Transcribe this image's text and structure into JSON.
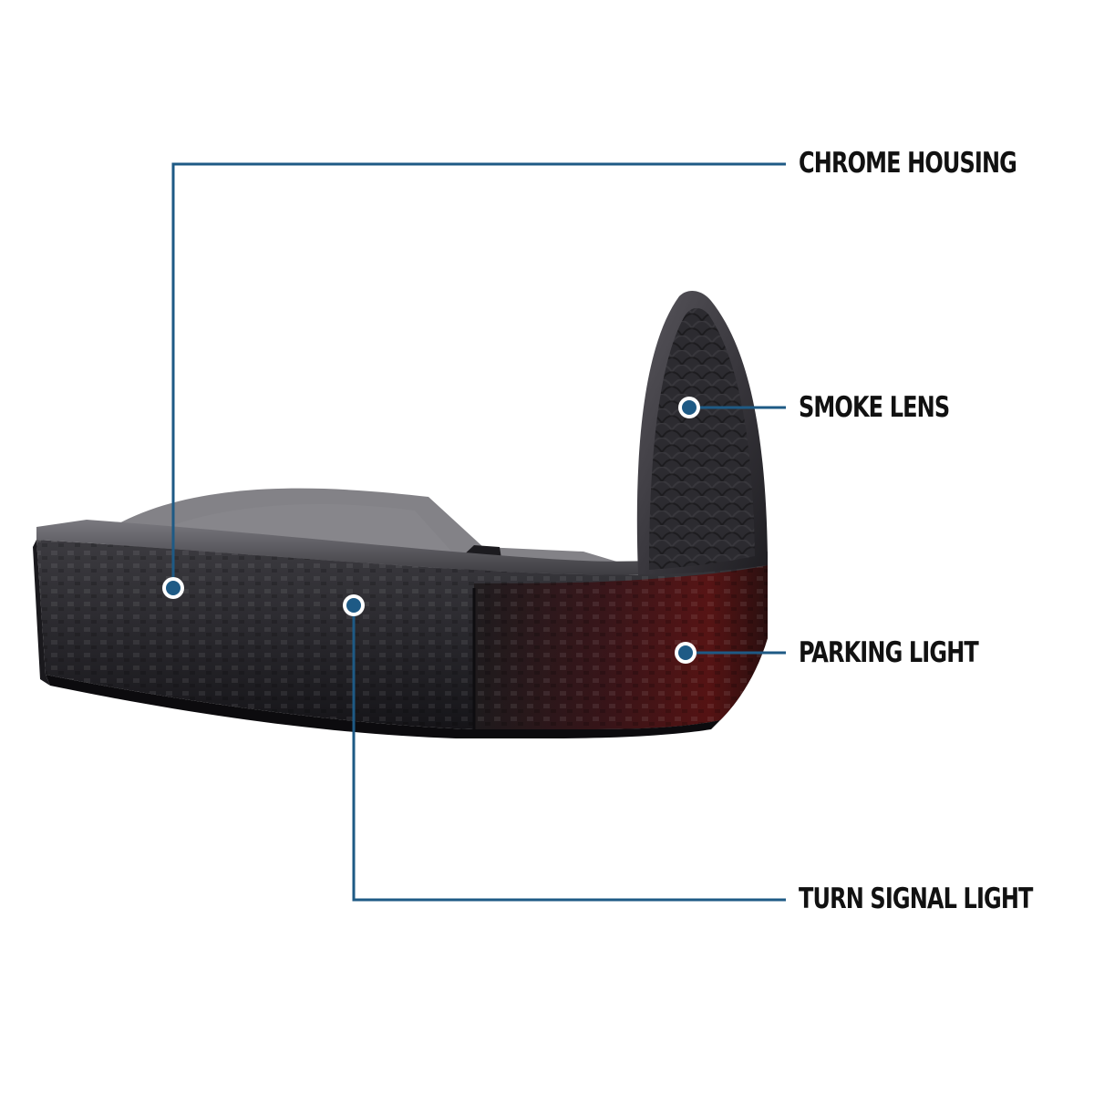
{
  "callouts": {
    "chrome_housing": "CHROME HOUSING",
    "smoke_lens": "SMOKE LENS",
    "parking_light": "PARKING LIGHT",
    "turn_signal_light": "TURN SIGNAL LIGHT"
  },
  "colors": {
    "leader_line": "#1e5a85",
    "marker_fill": "#1e5a85",
    "marker_ring": "#ffffff",
    "lens_smoke": "#2a2a2e",
    "lens_amber_smoke": "#4a1010"
  },
  "product": {
    "image_subject": "bumper-light-assembly",
    "color_variant": "smoke"
  }
}
